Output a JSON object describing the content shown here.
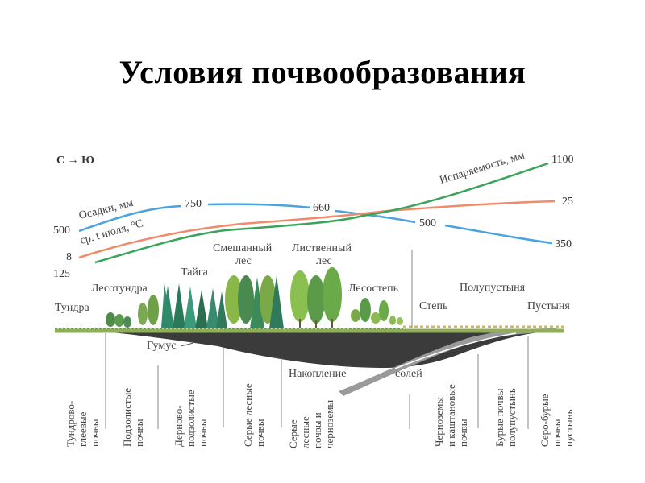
{
  "title": "Условия почвообразования",
  "direction": "С → Ю",
  "curves": {
    "precipitation": {
      "label": "Осадки, мм",
      "color": "#4aa3df",
      "values": [
        "500",
        "750",
        "660",
        "500",
        "350"
      ]
    },
    "july_temp": {
      "label": "ср. t июля, °С",
      "color": "#f08a6a",
      "start": "8",
      "end": "25"
    },
    "evaporation": {
      "label": "Испаряемость, мм",
      "color": "#3aa55a",
      "start": "125",
      "end": "1100"
    }
  },
  "zones": [
    {
      "name": "Тундра"
    },
    {
      "name": "Лесотундра"
    },
    {
      "name": "Тайга"
    },
    {
      "name": "Смешанный лес",
      "line1": "Смешанный",
      "line2": "лес"
    },
    {
      "name": "Лиственный лес",
      "line1": "Лиственный",
      "line2": "лес"
    },
    {
      "name": "Лесостепь"
    },
    {
      "name": "Степь"
    },
    {
      "name": "Полупустыня"
    },
    {
      "name": "Пустыня"
    }
  ],
  "soil_labels": {
    "humus": "Гумус",
    "salt_accumulation_1": "Накопление",
    "salt_accumulation_2": "солей"
  },
  "soils": [
    "Тундрово-\nглеевые\nпочвы",
    "Подзолистые\nпочвы",
    "Дерново-\nподзолистые\nпочвы",
    "Серые лесные\nпочвы",
    "Серые\nлесные\nпочвы и\nчерноземы",
    "Черноземы\nи каштановые\nпочвы",
    "Бурые почвы\nполупустынь",
    "Серо-бурые\nпочвы\nпустынь"
  ],
  "colors": {
    "soil_dark": "#3b3b3b",
    "salt_layer": "#9a9a9a",
    "grass": "#8fae5a",
    "conifer": "#2f8a6a",
    "deciduous": "#6fae4a"
  }
}
